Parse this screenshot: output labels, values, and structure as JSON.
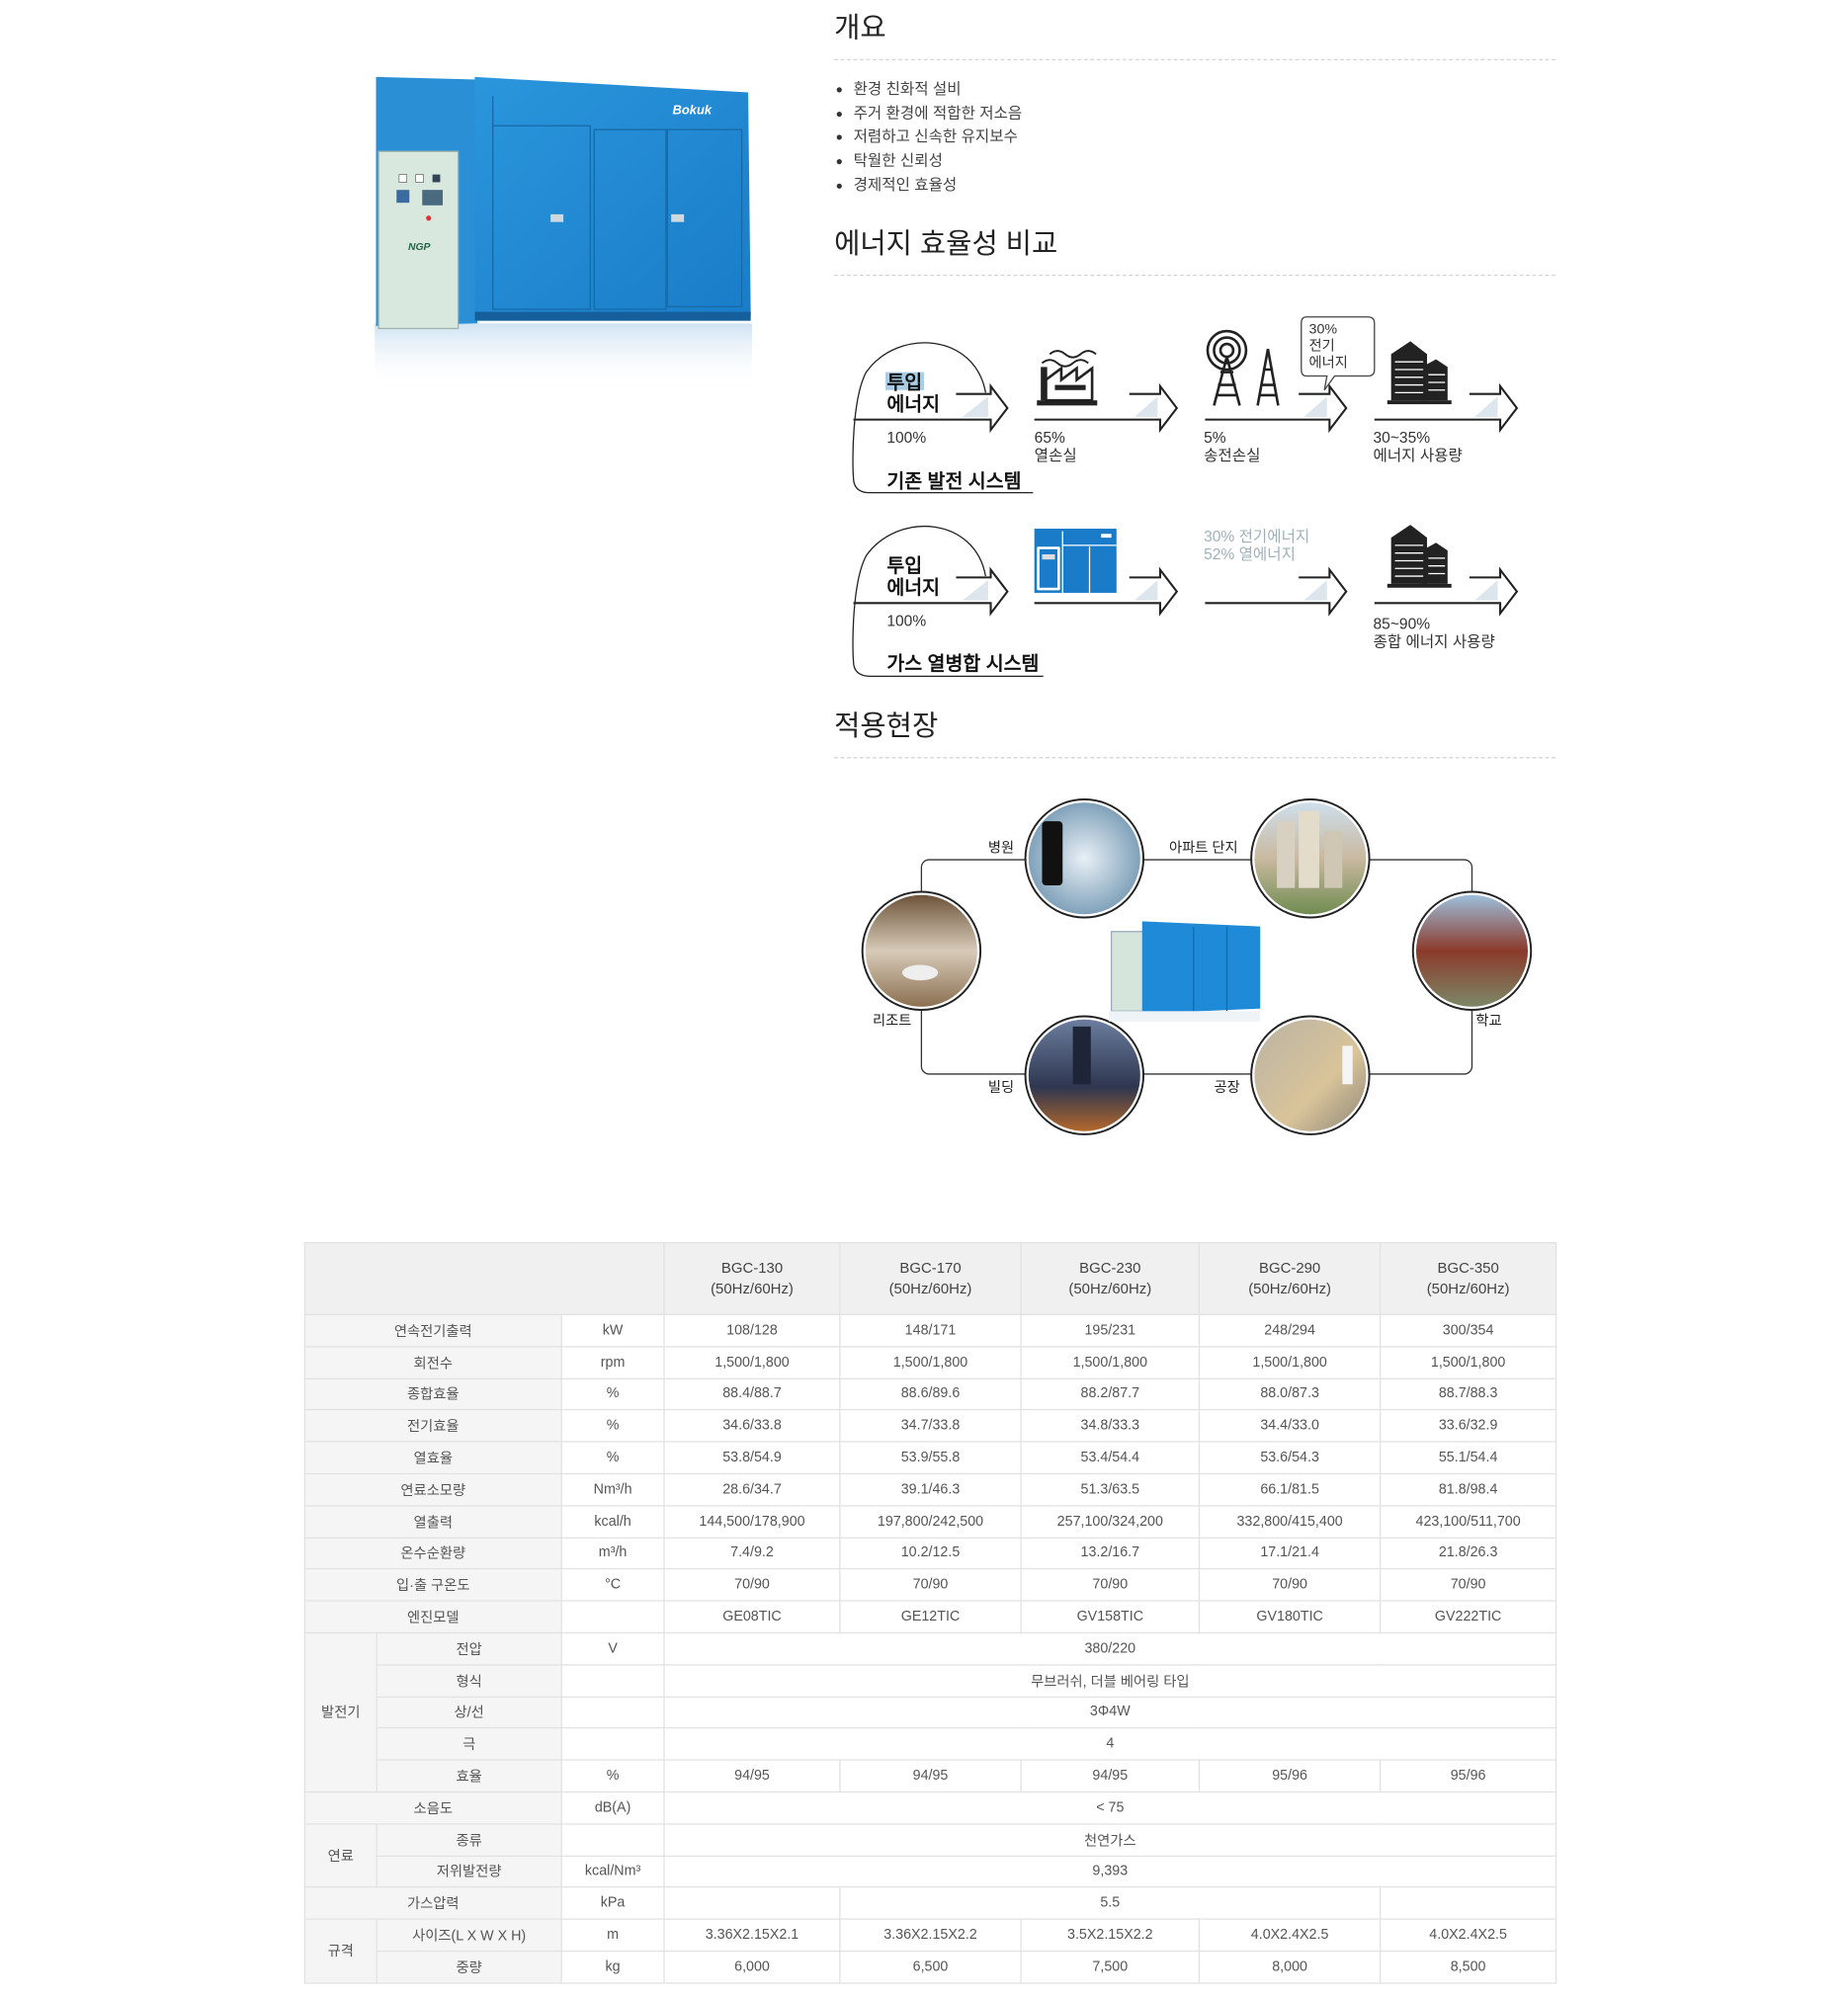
{
  "product": {
    "logo_text": "Bokuk",
    "panel_logo": "NGP"
  },
  "overview": {
    "title": "개요",
    "bullets": [
      "환경 친화적 설비",
      "주거 환경에 적합한 저소음",
      "저렴하고 신속한 유지보수",
      "탁월한 신뢰성",
      "경제적인 효율성"
    ]
  },
  "energy": {
    "title": "에너지 효율성 비교",
    "conventional": {
      "input_line1": "투입",
      "input_line2": "에너지",
      "input_pct": "100%",
      "system_name": "기존 발전 시스템",
      "heat_loss_pct": "65%",
      "heat_loss_label": "열손실",
      "trans_loss_pct": "5%",
      "trans_loss_label": "송전손실",
      "callout_1": "30%",
      "callout_2": "전기",
      "callout_3": "에너지",
      "usage_pct": "30~35%",
      "usage_label": "에너지 사용량"
    },
    "chp": {
      "input_line1": "투입",
      "input_line2": "에너지",
      "input_pct": "100%",
      "system_name": "가스 열병합 시스템",
      "elec_text": "30% 전기에너지",
      "heat_text": "52% 열에너지",
      "usage_pct": "85~90%",
      "usage_label": "종합 에너지 사용량"
    }
  },
  "sites": {
    "title": "적용현장",
    "labels": {
      "hospital": "병원",
      "apartment": "아파트 단지",
      "resort": "리조트",
      "school": "학교",
      "building": "빌딩",
      "factory": "공장"
    }
  },
  "table": {
    "models": [
      {
        "name": "BGC-130",
        "freq": "(50Hz/60Hz)"
      },
      {
        "name": "BGC-170",
        "freq": "(50Hz/60Hz)"
      },
      {
        "name": "BGC-230",
        "freq": "(50Hz/60Hz)"
      },
      {
        "name": "BGC-290",
        "freq": "(50Hz/60Hz)"
      },
      {
        "name": "BGC-350",
        "freq": "(50Hz/60Hz)"
      }
    ],
    "rows": [
      {
        "label": "연속전기출력",
        "unit": "kW",
        "values": [
          "108/128",
          "148/171",
          "195/231",
          "248/294",
          "300/354"
        ]
      },
      {
        "label": "회전수",
        "unit": "rpm",
        "values": [
          "1,500/1,800",
          "1,500/1,800",
          "1,500/1,800",
          "1,500/1,800",
          "1,500/1,800"
        ]
      },
      {
        "label": "종합효율",
        "unit": "%",
        "values": [
          "88.4/88.7",
          "88.6/89.6",
          "88.2/87.7",
          "88.0/87.3",
          "88.7/88.3"
        ]
      },
      {
        "label": "전기효율",
        "unit": "%",
        "values": [
          "34.6/33.8",
          "34.7/33.8",
          "34.8/33.3",
          "34.4/33.0",
          "33.6/32.9"
        ]
      },
      {
        "label": "열효율",
        "unit": "%",
        "values": [
          "53.8/54.9",
          "53.9/55.8",
          "53.4/54.4",
          "53.6/54.3",
          "55.1/54.4"
        ]
      },
      {
        "label": "연료소모량",
        "unit": "Nm³/h",
        "values": [
          "28.6/34.7",
          "39.1/46.3",
          "51.3/63.5",
          "66.1/81.5",
          "81.8/98.4"
        ]
      },
      {
        "label": "열출력",
        "unit": "kcal/h",
        "values": [
          "144,500/178,900",
          "197,800/242,500",
          "257,100/324,200",
          "332,800/415,400",
          "423,100/511,700"
        ]
      },
      {
        "label": "온수순환량",
        "unit": "m³/h",
        "values": [
          "7.4/9.2",
          "10.2/12.5",
          "13.2/16.7",
          "17.1/21.4",
          "21.8/26.3"
        ]
      },
      {
        "label": "입·출 구온도",
        "unit": "°C",
        "values": [
          "70/90",
          "70/90",
          "70/90",
          "70/90",
          "70/90"
        ]
      },
      {
        "label": "엔진모델",
        "unit": "",
        "values": [
          "GE08TIC",
          "GE12TIC",
          "GV158TIC",
          "GV180TIC",
          "GV222TIC"
        ]
      },
      {
        "group": "발전기",
        "rows": [
          {
            "label": "전압",
            "unit": "V",
            "values": [
              "380/220"
            ]
          },
          {
            "label": "형식",
            "unit": "",
            "values": [
              "무브러쉬, 더블 베어링 타입"
            ]
          },
          {
            "label": "상/선",
            "unit": "",
            "values": [
              "3Φ4W"
            ]
          },
          {
            "label": "극",
            "unit": "",
            "values": [
              "4"
            ]
          },
          {
            "label": "효율",
            "unit": "%",
            "values": [
              "94/95",
              "94/95",
              "94/95",
              "95/96",
              "95/96"
            ]
          }
        ]
      },
      {
        "label": "소음도",
        "unit": "dB(A)",
        "values": [
          "< 75"
        ]
      },
      {
        "group": "연료",
        "rows": [
          {
            "label": "종류",
            "unit": "",
            "values": [
              "천연가스"
            ]
          },
          {
            "label": "저위발전량",
            "unit": "kcal/Nm³",
            "values": [
              "9,393"
            ]
          }
        ]
      },
      {
        "label": "가스압력",
        "unit": "kPa",
        "values": [
          "",
          "5.5",
          ""
        ]
      },
      {
        "group": "규격",
        "rows": [
          {
            "label": "사이즈(L X W X H)",
            "unit": "m",
            "values": [
              "3.36X2.15X2.1",
              "3.36X2.15X2.2",
              "3.5X2.15X2.2",
              "4.0X2.4X2.5",
              "4.0X2.4X2.5"
            ]
          },
          {
            "label": "중량",
            "unit": "kg",
            "values": [
              "6,000",
              "6,500",
              "7,500",
              "8,000",
              "8,500"
            ]
          }
        ]
      }
    ]
  }
}
